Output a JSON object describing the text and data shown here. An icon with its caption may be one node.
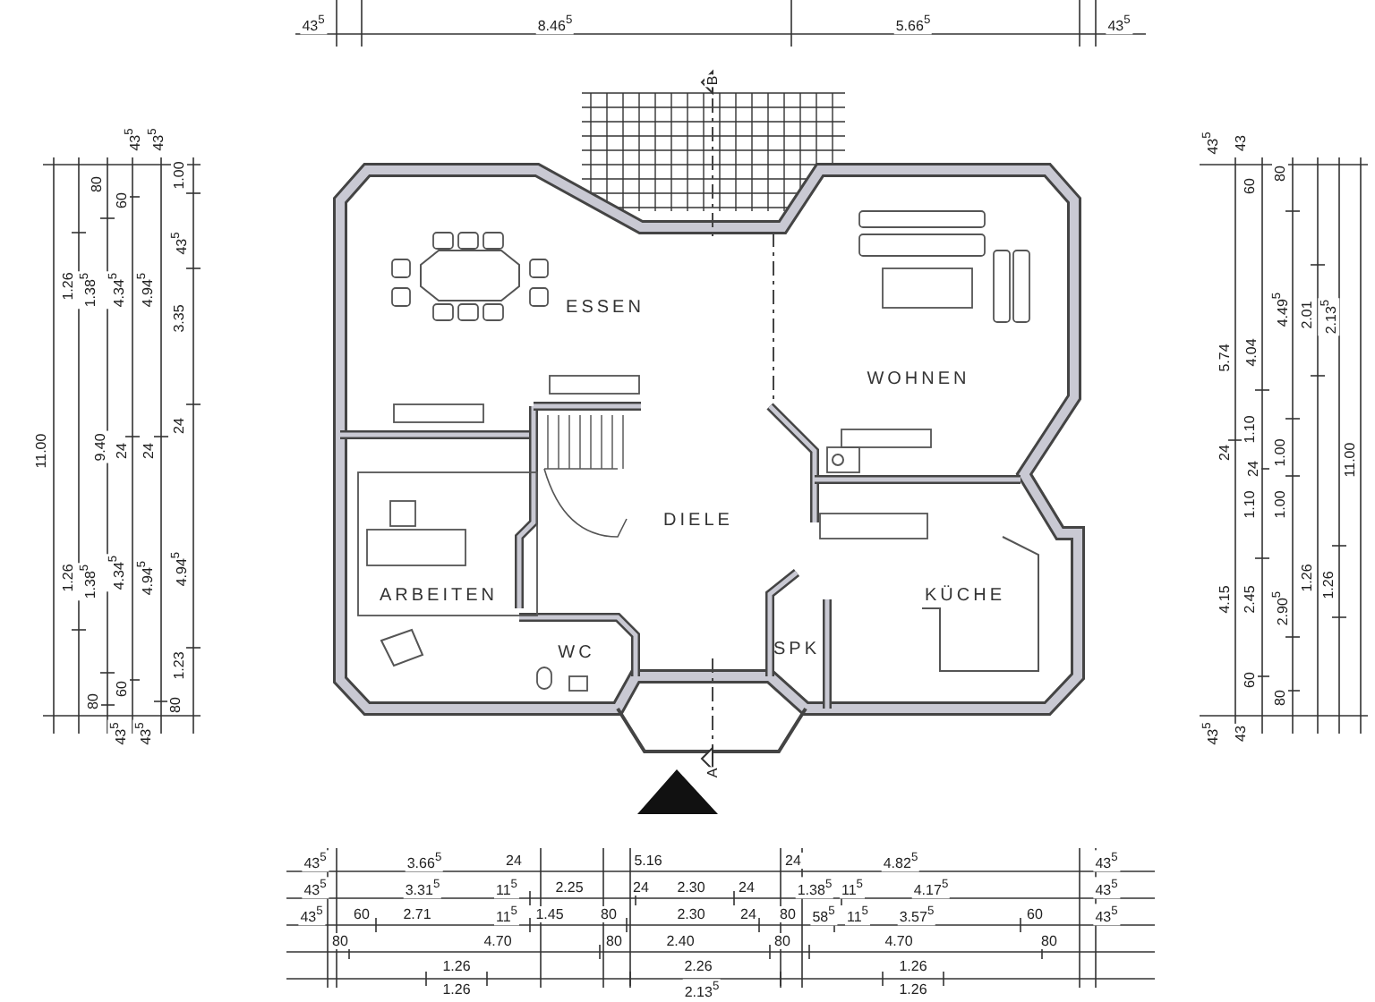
{
  "diagram": {
    "labels": [
      "43$^{5}$",
      "8.46$^{5}$",
      "5.66$^{5}$",
      "43$^{5}$",
      "B",
      "11.00",
      "1.26",
      "1.38$^{5}$",
      "80",
      "9.40",
      "60",
      "4.34$^{5}$",
      "24",
      "4.94$^{5}$",
      "24",
      "43$^{5}$",
      "43$^{5}$",
      "1.00",
      "43$^{5}$",
      "3.35",
      "24",
      "1.26",
      "1.38$^{5}$",
      "4.34$^{5}$",
      "4.94$^{5}$",
      "4.94$^{5}$",
      "80",
      "60",
      "1.23",
      "80",
      "43$^{5}$",
      "43$^{5}$",
      "ESSEN",
      "WOHNEN",
      "DIELE",
      "ARBEITEN",
      "KÜCHE",
      "WC",
      "SPK",
      "A",
      "43$^{5}$",
      "43",
      "60",
      "80",
      "4.49$^{5}$",
      "2.01",
      "2.13$^{5}$",
      "5.74",
      "4.04",
      "1.10",
      "24",
      "1.00",
      "11.00",
      "24",
      "1.10",
      "1.00",
      "1.26",
      "1.26",
      "4.15",
      "2.45",
      "2.90$^{5}$",
      "60",
      "80",
      "43$^{5}$",
      "43",
      "43$^{5}$",
      "3.66$^{5}$",
      "24",
      "5.16",
      "24",
      "4.82$^{5}$",
      "43$^{5}$",
      "43$^{5}$",
      "3.31$^{5}$",
      "11$^{5}$",
      "2.25",
      "24",
      "2.30",
      "24",
      "1.38$^{5}$",
      "11$^{5}$",
      "4.17$^{5}$",
      "43$^{5}$",
      "43$^{5}$",
      "60",
      "2.71",
      "11$^{5}$",
      "1.45",
      "80",
      "2.30",
      "24",
      "80",
      "58$^{5}$",
      "11$^{5}$",
      "3.57$^{5}$",
      "60",
      "43$^{5}$",
      "80",
      "4.70",
      "80",
      "2.40",
      "80",
      "4.70",
      "80",
      "1.26",
      "2.26",
      "1.26",
      "1.26",
      "2.13$^{5}$",
      "1.26"
    ]
  }
}
